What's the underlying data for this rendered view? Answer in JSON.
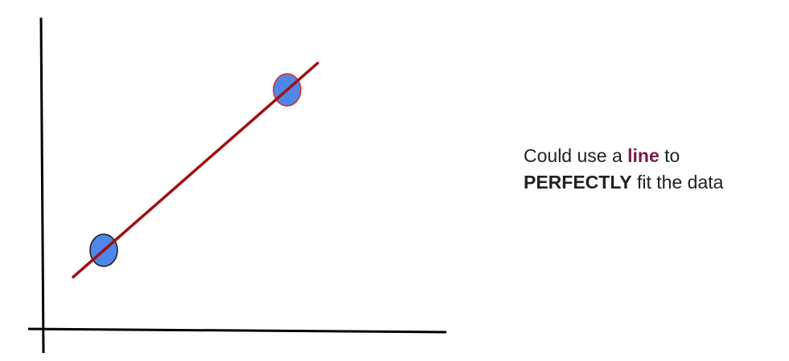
{
  "caption": {
    "line1_before": "Could use a ",
    "line1_highlight": "line",
    "line1_after": " to",
    "line2_emphasis": "PERFECTLY",
    "line2_after": " fit the data"
  },
  "colors": {
    "axis": "#000000",
    "fit_line": "#a01010",
    "point_fill": "#4f86e8",
    "point_1_stroke": "#1a1a1a",
    "point_2_stroke": "#d42a2a",
    "highlight_text": "#7a1a4f",
    "caption_text": "#202124"
  },
  "chart_data": {
    "type": "scatter",
    "x": [
      1,
      4
    ],
    "y": [
      1,
      3
    ],
    "points": [
      {
        "x": 1,
        "y": 1
      },
      {
        "x": 4,
        "y": 3
      }
    ],
    "fit_line": {
      "x0": 0.5,
      "y0": 0.6667,
      "x1": 4.5,
      "y1": 3.3333
    },
    "xlim": [
      0,
      5
    ],
    "ylim": [
      0,
      4.5
    ],
    "grid": false,
    "title": "",
    "xlabel": "",
    "ylabel": ""
  }
}
